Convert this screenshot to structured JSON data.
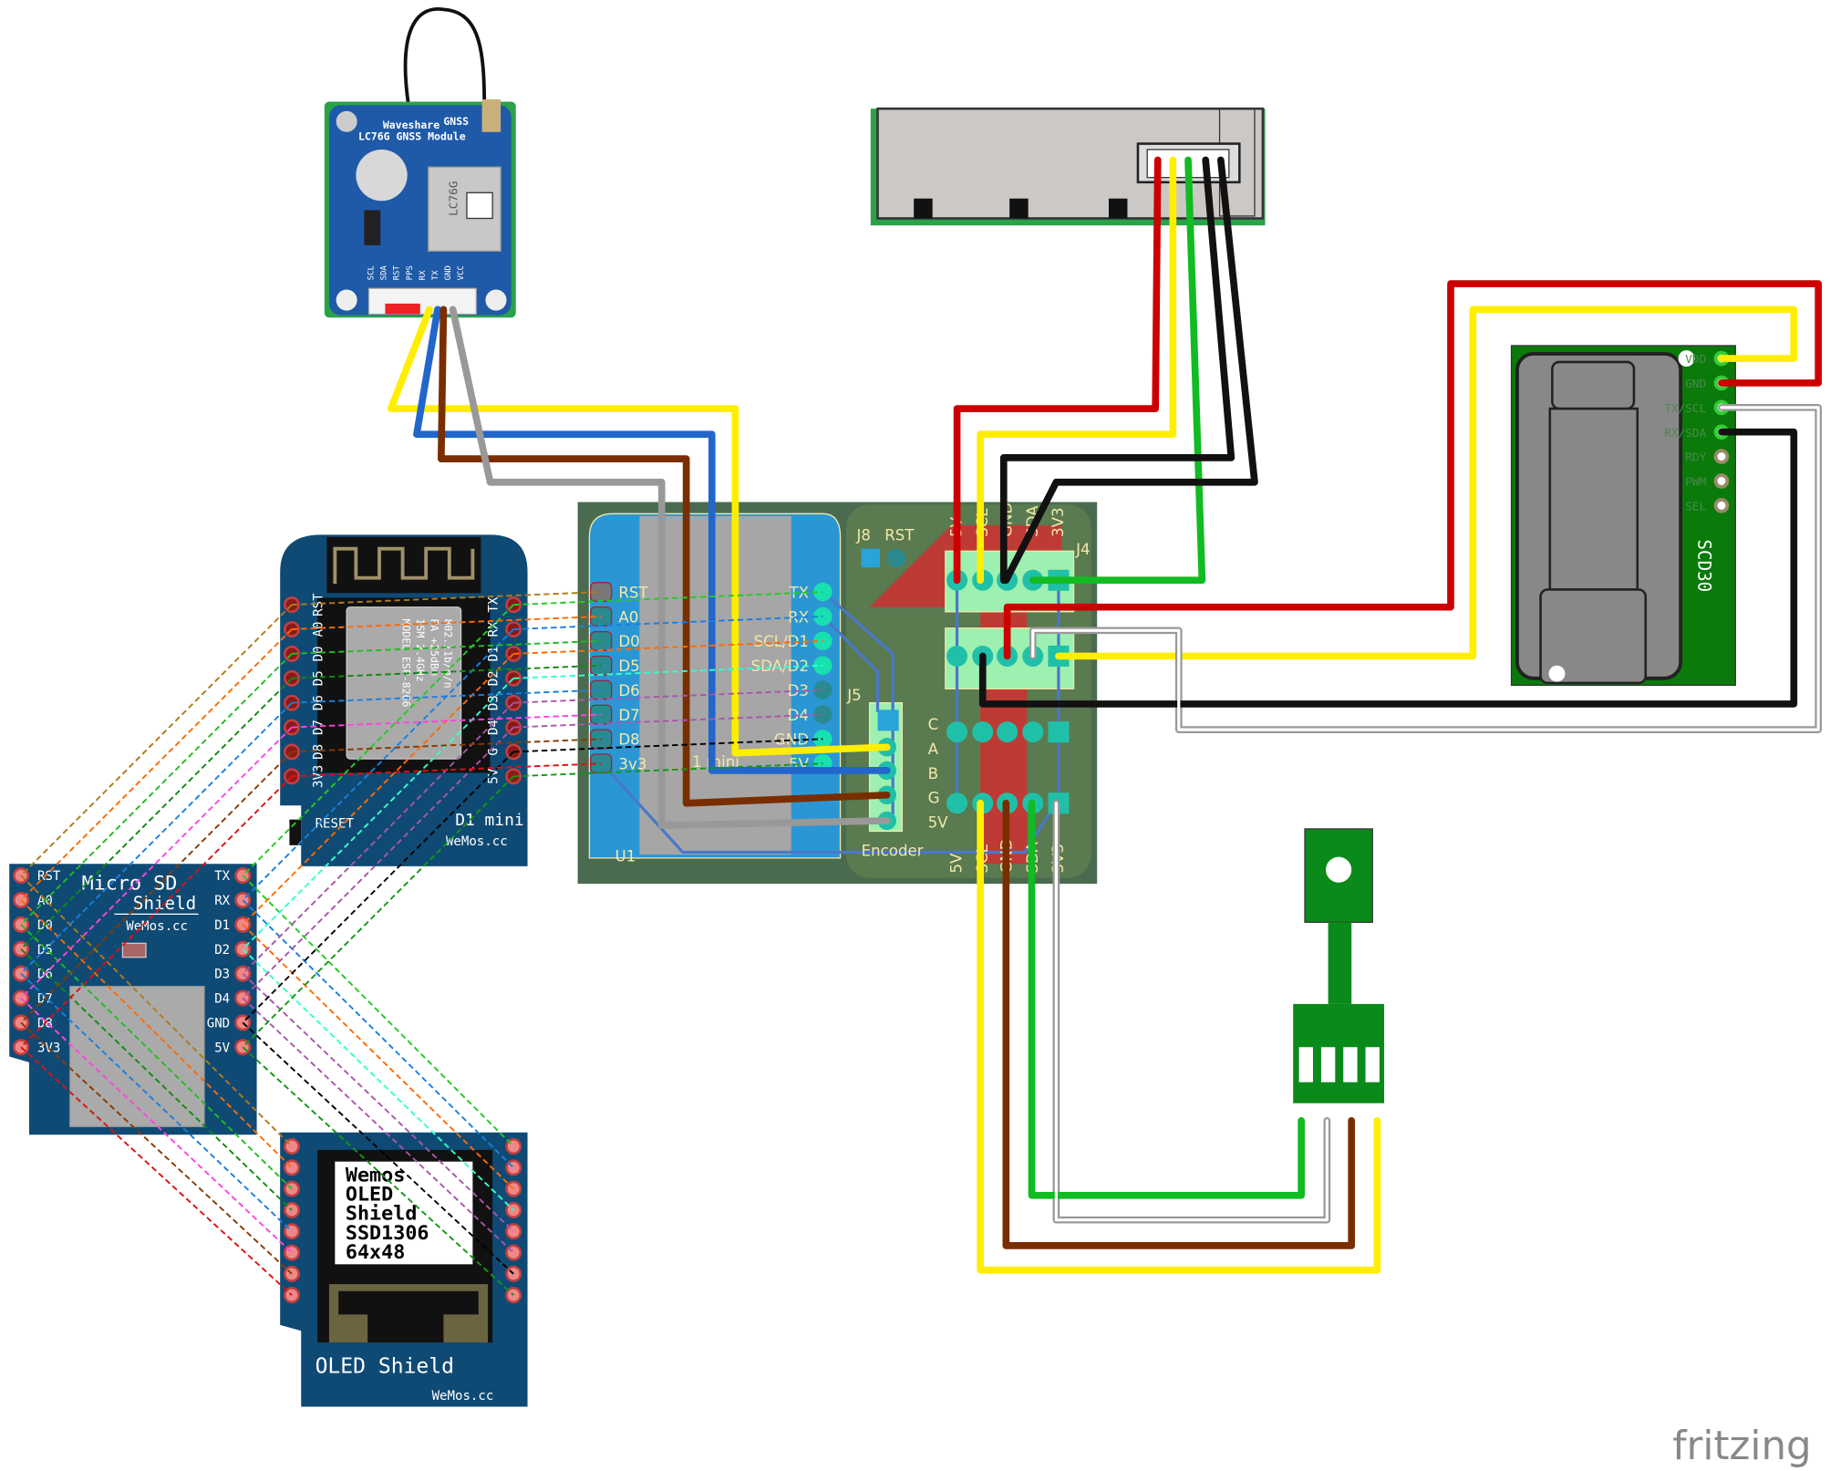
{
  "colors": {
    "d1_board": "#0f4a74",
    "pcb": "#4a6b4f",
    "pcb_copper": "#d03030",
    "scd30_board": "#0a7a0a",
    "wire_red": "#cc0000",
    "wire_yellow": "#ffee00",
    "wire_black": "#111111",
    "wire_green": "#11bb22",
    "wire_blue": "#2266cc",
    "wire_brown": "#7a2e00",
    "wire_gray": "#999999"
  },
  "gnss": {
    "title1": "Waveshare",
    "title2": "GNSS",
    "title3": "LC76G GNSS Module",
    "chip": "LC76G",
    "pins": [
      "SCL",
      "SDA",
      "RST",
      "PPS",
      "RX",
      "TX",
      "GND",
      "VCC"
    ]
  },
  "d1mini": {
    "left_pins": [
      "RST",
      "A0",
      "D0",
      "D5",
      "D6",
      "D7",
      "D8",
      "3V3"
    ],
    "right_pins": [
      "TX",
      "RX",
      "D1",
      "D2",
      "D3",
      "D4",
      "G",
      "5V"
    ],
    "module_text": [
      "MODEL ESP-8266",
      "ISM 2.4GHz",
      "PA +25dBm",
      "802.11b/g/n"
    ],
    "reset": "RESET",
    "name": "D1 mini",
    "brand": "WeMos.cc"
  },
  "sd_shield": {
    "title": "Micro SD",
    "subtitle": "Shield",
    "brand": "WeMos.cc",
    "left_pins": [
      "RST",
      "A0",
      "D0",
      "D5",
      "D6",
      "D7",
      "D8",
      "3V3"
    ],
    "right_pins": [
      "TX",
      "RX",
      "D1",
      "D2",
      "D3",
      "D4",
      "GND",
      "5V"
    ]
  },
  "oled": {
    "screen_lines": [
      "Wemos",
      "OLED",
      "Shield",
      "SSD1306",
      "64x48"
    ],
    "title": "OLED Shield",
    "brand": "WeMos.cc"
  },
  "pcb": {
    "left_pins": [
      "RST",
      "A0",
      "D0",
      "D5",
      "D6",
      "D7",
      "D8",
      "3v3"
    ],
    "right_pins": [
      "TX",
      "RX",
      "SCL/D1",
      "SDA/D2",
      "D3",
      "D4",
      "GND",
      "5V"
    ],
    "j8": "J8",
    "rst": "RST",
    "j4": "J4",
    "j5": "J5",
    "encoder_pins": [
      "C",
      "A",
      "B",
      "G",
      "5V"
    ],
    "encoder": "Encoder",
    "u1": "U1",
    "mini": "1 mini",
    "header_top": [
      "5V",
      "SCL",
      "GND",
      "SDA",
      "3V3"
    ],
    "header_bottom": [
      "5V",
      "SCL",
      "GND",
      "SDA",
      "3V3"
    ]
  },
  "scd30": {
    "pins": [
      "VDD",
      "GND",
      "TX/SCL",
      "RX/SDA",
      "RDY",
      "PWM",
      "SEL"
    ],
    "name": "SCD30"
  },
  "logo": "fritzing"
}
